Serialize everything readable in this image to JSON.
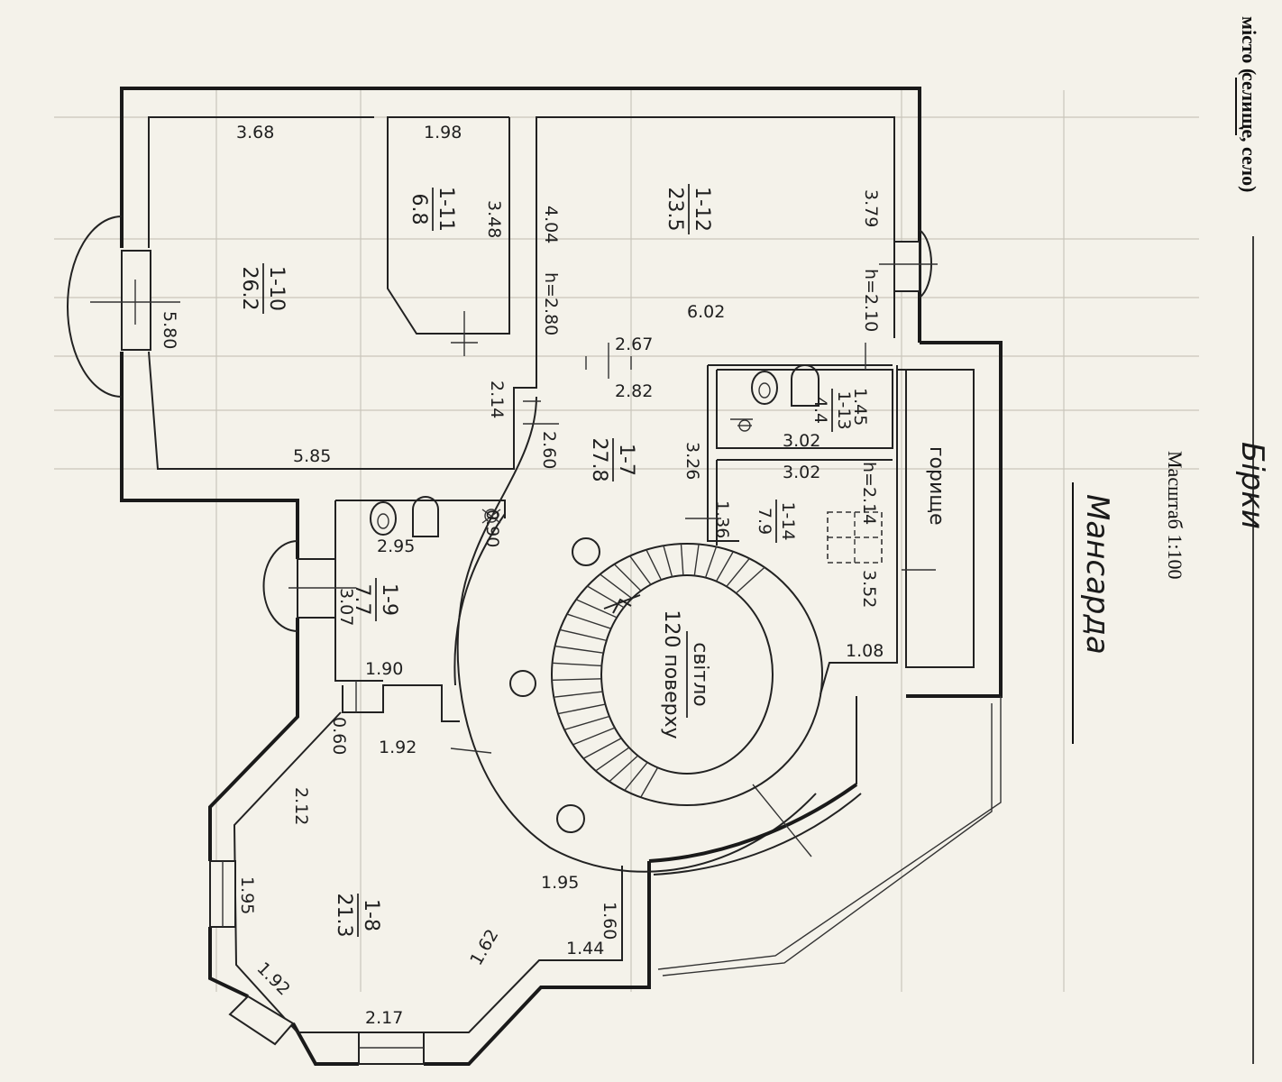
{
  "form_header": {
    "label_prefix": "місто (",
    "label_struck": "селище",
    "label_suffix": ", село)",
    "handwritten_value": "Бірки"
  },
  "plan": {
    "scale": "Масштаб 1:100",
    "floor_name": "Мансарда",
    "rooms": [
      {
        "id": "1-10",
        "area": "26.2"
      },
      {
        "id": "1-11",
        "area": "6.8"
      },
      {
        "id": "1-12",
        "area": "23.5"
      },
      {
        "id": "1-7",
        "area": "27.8"
      },
      {
        "id": "1-13",
        "area": "4.4"
      },
      {
        "id": "1-14",
        "area": "7.9"
      },
      {
        "id": "1-9",
        "area": "7.7"
      },
      {
        "id": "1-8",
        "area": "21.3"
      }
    ],
    "attic_label": "горище",
    "stair_opening": {
      "line1": "світло",
      "line2": "120 поверху"
    },
    "dimensions": {
      "d_3_68": "3.68",
      "d_5_80": "5.80",
      "d_5_85": "5.85",
      "d_1_98": "1.98",
      "d_3_48": "3.48",
      "d_4_04": "4.04",
      "h_2_80": "h=2.80",
      "d_2_67": "2.67",
      "d_6_02": "6.02",
      "d_3_79": "3.79",
      "h_2_10": "h=2.10",
      "d_2_82": "2.82",
      "d_2_14": "2.14",
      "d_2_60": "2.60",
      "d_1_45": "1.45",
      "d_3_02a": "3.02",
      "d_3_02b": "3.02",
      "h_2_14": "h=2.14",
      "d_3_26": "3.26",
      "d_1_36": "1.36",
      "d_3_52": "3.52",
      "d_1_08": "1.08",
      "d_0_90": "0.90",
      "d_2_95": "2.95",
      "d_3_07": "3.07",
      "d_1_90": "1.90",
      "d_0_60": "0.60",
      "d_1_92a": "1.92",
      "d_2_12": "2.12",
      "d_1_95a": "1.95",
      "d_1_95b": "1.95",
      "d_1_60": "1.60",
      "d_1_44": "1.44",
      "d_1_62": "1.62",
      "d_1_92b": "1.92",
      "d_2_17": "2.17"
    }
  }
}
